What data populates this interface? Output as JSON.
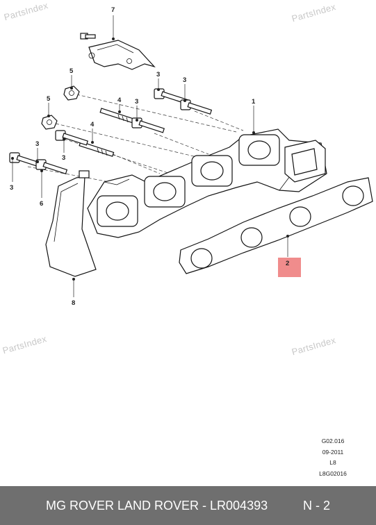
{
  "watermarks": [
    "PartsIndex",
    "PartsIndex",
    "PartsIndex",
    "PartsIndex"
  ],
  "callouts": {
    "c1": "1",
    "c2": "2",
    "c3a": "3",
    "c3b": "3",
    "c3c": "3",
    "c3d": "3",
    "c3e": "3",
    "c3f": "3",
    "c4a": "4",
    "c4b": "4",
    "c5a": "5",
    "c5b": "5",
    "c6": "6",
    "c7": "7",
    "c8": "8"
  },
  "highlight_color": "#f08c8c",
  "meta": [
    "G02.016",
    "09-2011",
    "L8",
    "L8G02016"
  ],
  "footer": {
    "title": "MG ROVER LAND ROVER - LR004393",
    "page": "N - 2"
  }
}
